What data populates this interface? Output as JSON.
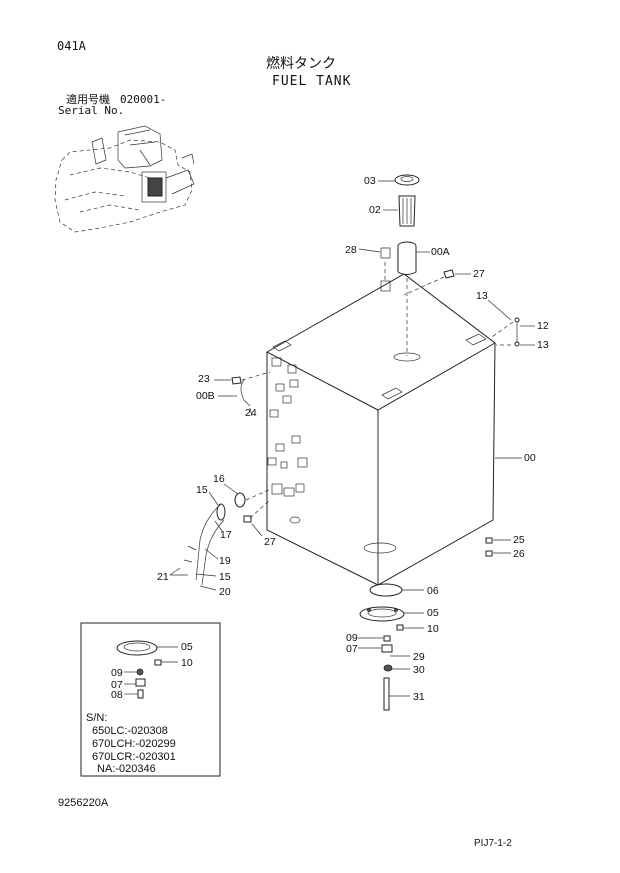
{
  "header": {
    "page_code": "041A",
    "title_jp": "燃料タンク",
    "title_en": "FUEL TANK",
    "serial_label_jp": "適用号機",
    "serial_value": "020001-",
    "serial_label_en": "Serial No."
  },
  "parts": {
    "p03": "03",
    "p02": "02",
    "p28": "28",
    "p00A": "00A",
    "p27a": "27",
    "p13a": "13",
    "p12": "12",
    "p13b": "13",
    "p23": "23",
    "p00B": "00B",
    "p24": "24",
    "p00": "00",
    "p16": "16",
    "p15a": "15",
    "p17": "17",
    "p27b": "27",
    "p19": "19",
    "p21": "21",
    "p15b": "15",
    "p20": "20",
    "p25": "25",
    "p26": "26",
    "p06": "06",
    "p05": "05",
    "p10": "10",
    "p09": "09",
    "p07": "07",
    "p29": "29",
    "p30": "30",
    "p31": "31"
  },
  "inset": {
    "p05": "05",
    "p10": "10",
    "p09": "09",
    "p07": "07",
    "p08": "08",
    "sn_label": "S/N:",
    "sn_lines": [
      "650LC:-020308",
      "670LCH:-020299",
      "670LCR:-020301",
      "NA:-020346"
    ]
  },
  "footer": {
    "drawing_number": "9256220A",
    "page_ref": "PIJ7-1-2"
  }
}
